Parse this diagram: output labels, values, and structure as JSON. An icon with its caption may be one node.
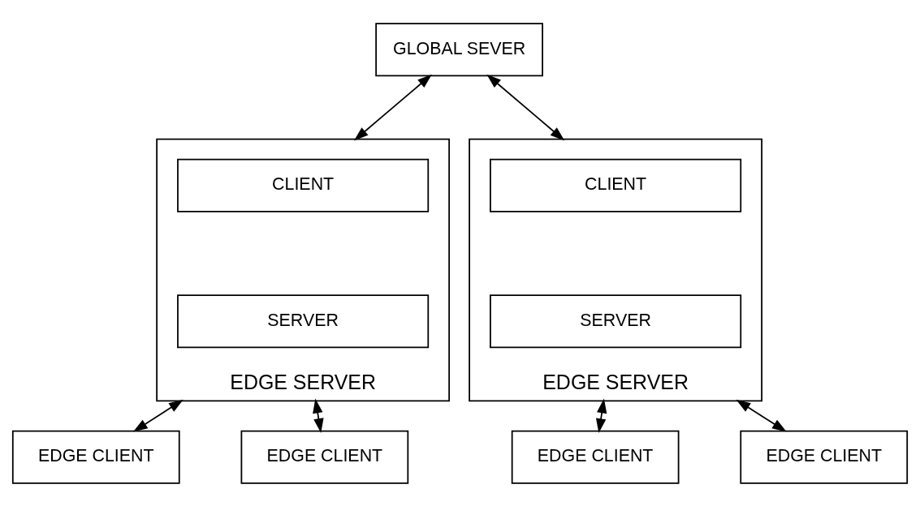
{
  "diagram": {
    "nodes": [
      {
        "text": [
          "GLOBAL SEVER"
        ]
      },
      {
        "text": [
          "EDGE SERVER"
        ]
      },
      {
        "text": [
          "CLIENT"
        ],
        "in": 1
      },
      {
        "text": [
          "SERVER"
        ],
        "in": 1
      },
      {
        "text": [
          "EDGE SERVER"
        ]
      },
      {
        "text": [
          "CLIENT"
        ],
        "in": 4
      },
      {
        "text": [
          "SERVER"
        ],
        "in": 4
      },
      {
        "text": [
          "EDGE CLIENT"
        ]
      },
      {
        "text": [
          "EDGE CLIENT"
        ]
      },
      {
        "text": [
          "EDGE CLIENT"
        ]
      },
      {
        "text": [
          "EDGE CLIENT"
        ]
      }
    ],
    "edges": [
      {
        "from": 0,
        "to": 1,
        "arrow": "both"
      },
      {
        "from": 0,
        "to": 4,
        "arrow": "both"
      },
      {
        "from": 1,
        "to": 7,
        "arrow": "both"
      },
      {
        "from": 1,
        "to": 8,
        "arrow": "both"
      },
      {
        "from": 4,
        "to": 9,
        "arrow": "both"
      },
      {
        "from": 4,
        "to": 10,
        "arrow": "both"
      }
    ]
  }
}
